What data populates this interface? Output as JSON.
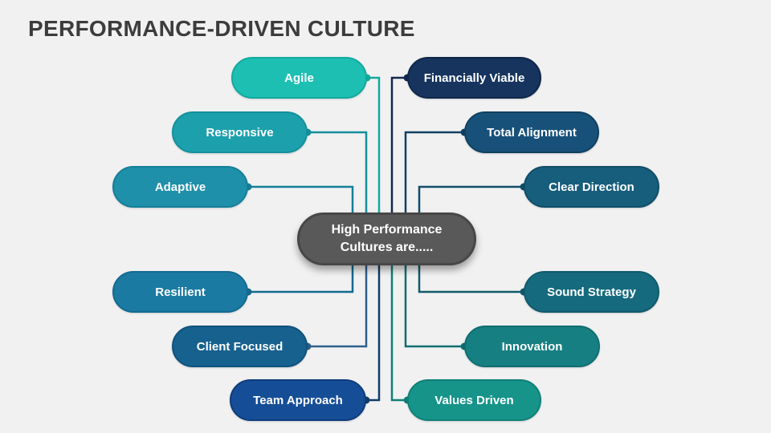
{
  "slide": {
    "title": "PERFORMANCE-DRIVEN CULTURE",
    "title_color": "#3C3C3C",
    "background": "#F1F1F2"
  },
  "center": {
    "line1": "High Performance",
    "line2": "Cultures are.....",
    "fill": "#595959",
    "border": "#474747",
    "text_color": "#FFFFFF"
  },
  "nodes": [
    {
      "id": "agile",
      "label": "Agile",
      "fill": "#1EBFB3",
      "border": "#12A99E",
      "line": "#12A99E"
    },
    {
      "id": "responsive",
      "label": "Responsive",
      "fill": "#1CA0AC",
      "border": "#13909C",
      "line": "#13909C"
    },
    {
      "id": "adaptive",
      "label": "Adaptive",
      "fill": "#1E90A9",
      "border": "#157F99",
      "line": "#157F99"
    },
    {
      "id": "resilient",
      "label": "Resilient",
      "fill": "#1B7AA1",
      "border": "#136A90",
      "line": "#136A90"
    },
    {
      "id": "client-focused",
      "label": "Client Focused",
      "fill": "#17618F",
      "border": "#0F527E",
      "line": "#2E5F8C"
    },
    {
      "id": "team-approach",
      "label": "Team Approach",
      "fill": "#154E97",
      "border": "#0E3C7C",
      "line": "#123C6B"
    },
    {
      "id": "financially-viable",
      "label": "Financially Viable",
      "fill": "#16345E",
      "border": "#0F2749",
      "line": "#12294F"
    },
    {
      "id": "total-alignment",
      "label": "Total Alignment",
      "fill": "#17517A",
      "border": "#104060",
      "line": "#104060"
    },
    {
      "id": "clear-direction",
      "label": "Clear Direction",
      "fill": "#175E7C",
      "border": "#104D68",
      "line": "#104D68"
    },
    {
      "id": "sound-strategy",
      "label": "Sound Strategy",
      "fill": "#166A7D",
      "border": "#0F5A6B",
      "line": "#0F5A6B"
    },
    {
      "id": "innovation",
      "label": "Innovation",
      "fill": "#167F82",
      "border": "#0E6E70",
      "line": "#0E6E70"
    },
    {
      "id": "values-driven",
      "label": "Values Driven",
      "fill": "#17948A",
      "border": "#0F8076",
      "line": "#0F8076"
    }
  ]
}
